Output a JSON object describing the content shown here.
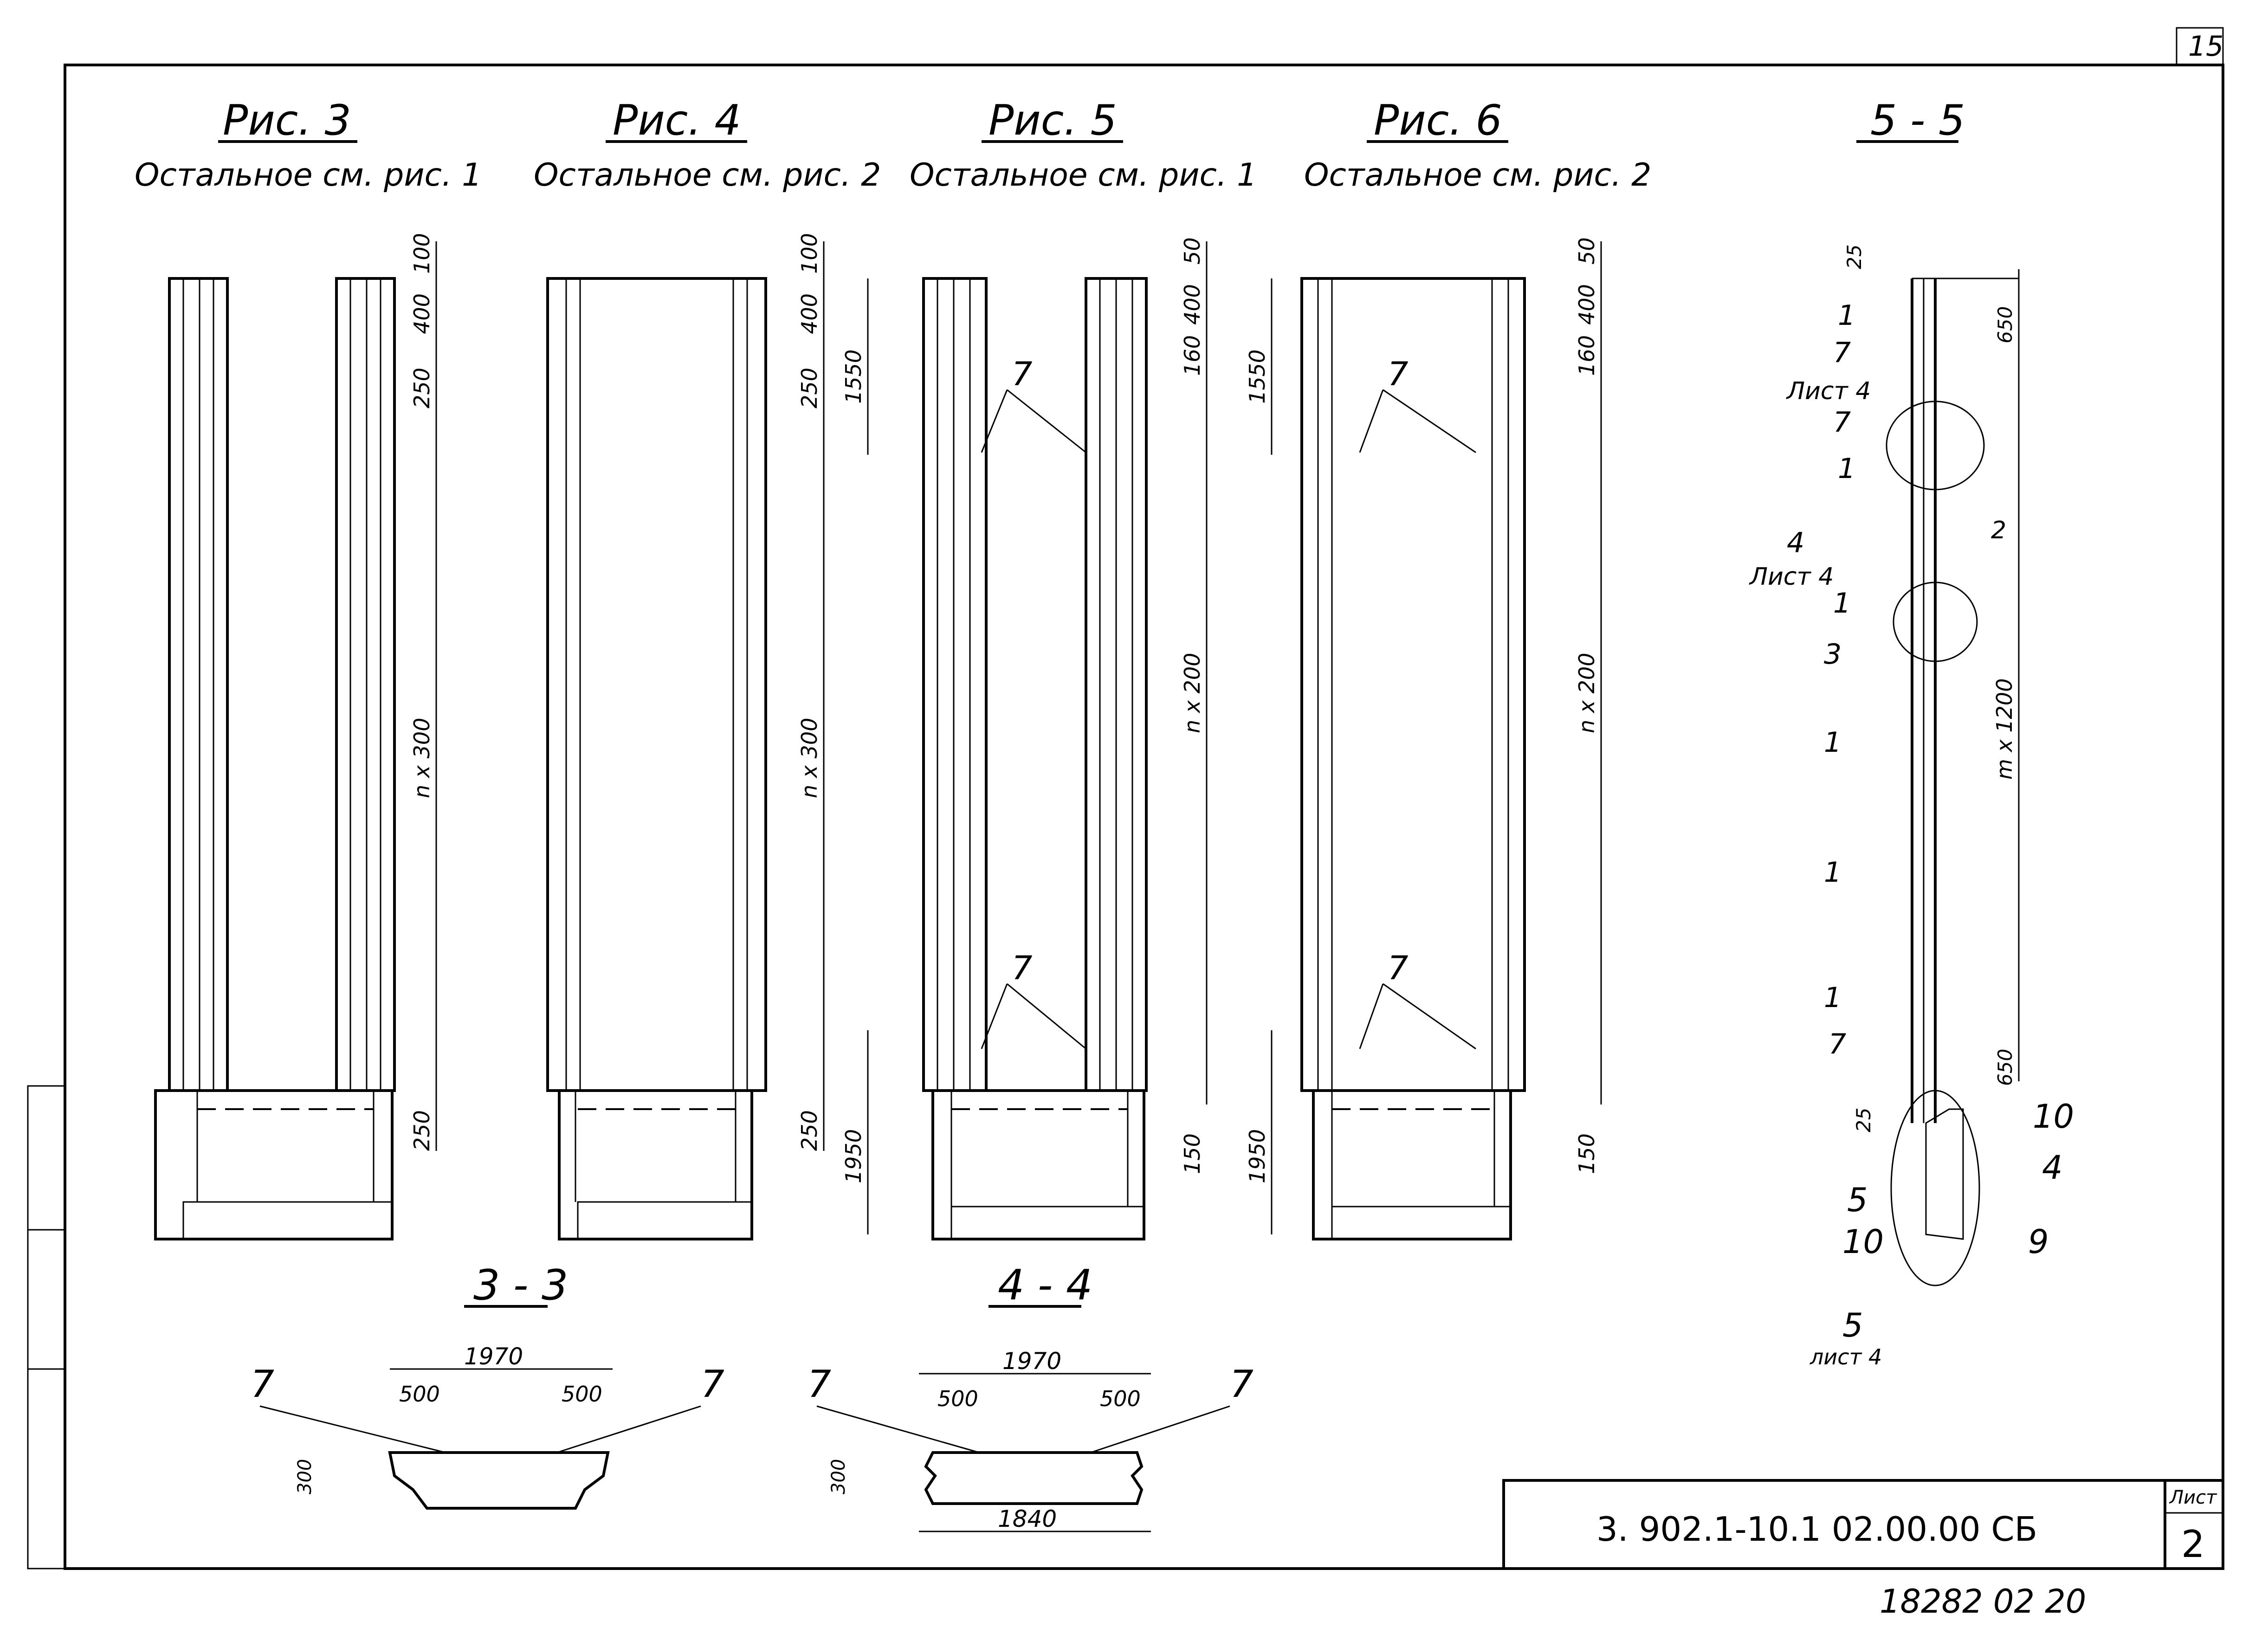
{
  "sheet_corner_number": "15",
  "figures": [
    {
      "title": "Рис. 3",
      "note": "Остальное см. рис. 1",
      "dims": [
        "100",
        "400",
        "250",
        "n x 300",
        "250"
      ]
    },
    {
      "title": "Рис. 4",
      "note": "Остальное см. рис. 2",
      "dims": [
        "100",
        "400",
        "250",
        "n x 300",
        "250"
      ]
    },
    {
      "title": "Рис. 5",
      "note": "Остальное см. рис. 1",
      "dims": [
        "50",
        "400",
        "160",
        "n x 200",
        "150"
      ],
      "left_dims": [
        "1550",
        "1950"
      ],
      "callouts": [
        "7",
        "7"
      ]
    },
    {
      "title": "Рис. 6",
      "note": "Остальное см. рис. 2",
      "dims": [
        "50",
        "400",
        "160",
        "n x 200",
        "150"
      ],
      "left_dims": [
        "1550",
        "1950"
      ],
      "callouts": [
        "7",
        "7"
      ]
    }
  ],
  "section_55": {
    "title": "5 - 5",
    "dims": [
      "25",
      "650",
      "m x 1200",
      "650",
      "25"
    ],
    "labels": [
      "1",
      "7",
      "Лист 4",
      "7",
      "1",
      "4",
      "Лист 4",
      "1",
      "3",
      "2",
      "1",
      "1",
      "1",
      "7",
      "10",
      "4",
      "5",
      "10",
      "9",
      "5",
      "лист 4"
    ]
  },
  "section_33": {
    "title": "3 - 3",
    "dims": [
      "1970",
      "500",
      "500",
      "300"
    ],
    "callouts": [
      "7",
      "7"
    ]
  },
  "section_44": {
    "title": "4 - 4",
    "dims": [
      "1970",
      "500",
      "500",
      "300",
      "1840"
    ],
    "callouts": [
      "7",
      "7"
    ]
  },
  "title_block": {
    "code": "3. 902.1-10.1   02.00.00 СБ",
    "sheet_label": "Лист",
    "sheet_number": "2"
  },
  "footer_number": "18282 02  20"
}
